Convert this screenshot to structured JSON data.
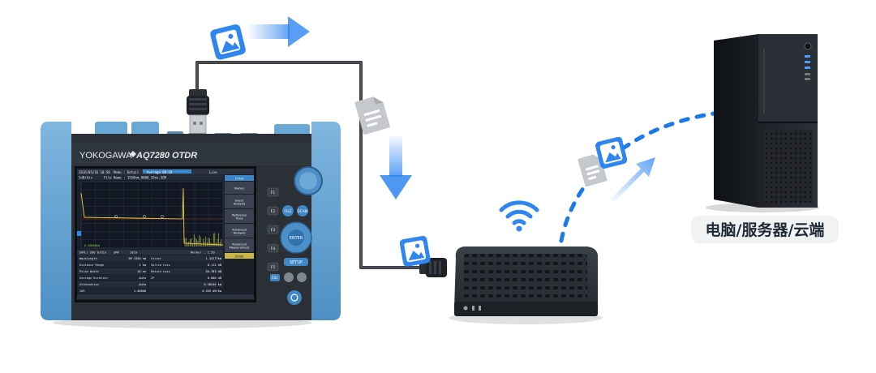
{
  "otdr": {
    "brand": "YOKOGAWA",
    "model": "AQ7280 OTDR",
    "topbar": {
      "date": "2016/05/26 18:58",
      "mode": "Mode : Detail",
      "average": "Average 00:18",
      "status": "Live"
    },
    "file": "File Name : 1550nm_0000_10ns.SOR",
    "scale": "5dB/div",
    "grid_bottom": "0.20000km",
    "side_menu": [
      "OTDR",
      "Marker",
      "Event Analysis",
      "Reference Trace",
      "Advanced Analysis",
      "Advanced Measurement",
      "Utility"
    ],
    "f_keys": [
      "F1",
      "F2",
      "F3",
      "F4",
      "F5"
    ],
    "round_keys": [
      "FILE",
      "SCAN",
      "ENTER",
      "SETUP",
      "ESC"
    ],
    "meas_bar": {
      "left": "(NFL) 200 m/div",
      "mid": "SMF",
      "dist": "10cm",
      "marker": "Marker : 1.50"
    },
    "table_left": [
      {
        "label": "Wavelength",
        "value": "SM 1550 nm"
      },
      {
        "label": "Distance Range",
        "value": "2 km"
      },
      {
        "label": "Pulse Width",
        "value": "10 ns"
      },
      {
        "label": "Average Duration",
        "value": "Auto"
      },
      {
        "label": "Attenuation",
        "value": "Auto"
      },
      {
        "label": "IOR",
        "value": "1.46000"
      }
    ],
    "table_right": [
      {
        "label": "Cursor",
        "value": "1.42277km"
      },
      {
        "label": "Splice Loss",
        "value": "0.112 dB"
      },
      {
        "label": "Return Loss",
        "value": "58.783 dB"
      },
      {
        "label": "2P",
        "value": "0.000 dB"
      },
      {
        "label": "",
        "value": "0.38240 km"
      },
      {
        "label": "",
        "value": "0.203 dB/km"
      }
    ]
  },
  "pc_label": "电脑/服务器/云端",
  "colors": {
    "accent_blue": "#2f86f1",
    "dashed_blue": "#1c7ae8",
    "device_dark": "#2a2f36",
    "otdr_frame": "#6aa8d6"
  },
  "icons": [
    "image-icon",
    "document-icon",
    "wifi-icon",
    "arrow-right-icon",
    "arrow-down-icon",
    "usb-plug-icon",
    "tower-pc-icon"
  ]
}
